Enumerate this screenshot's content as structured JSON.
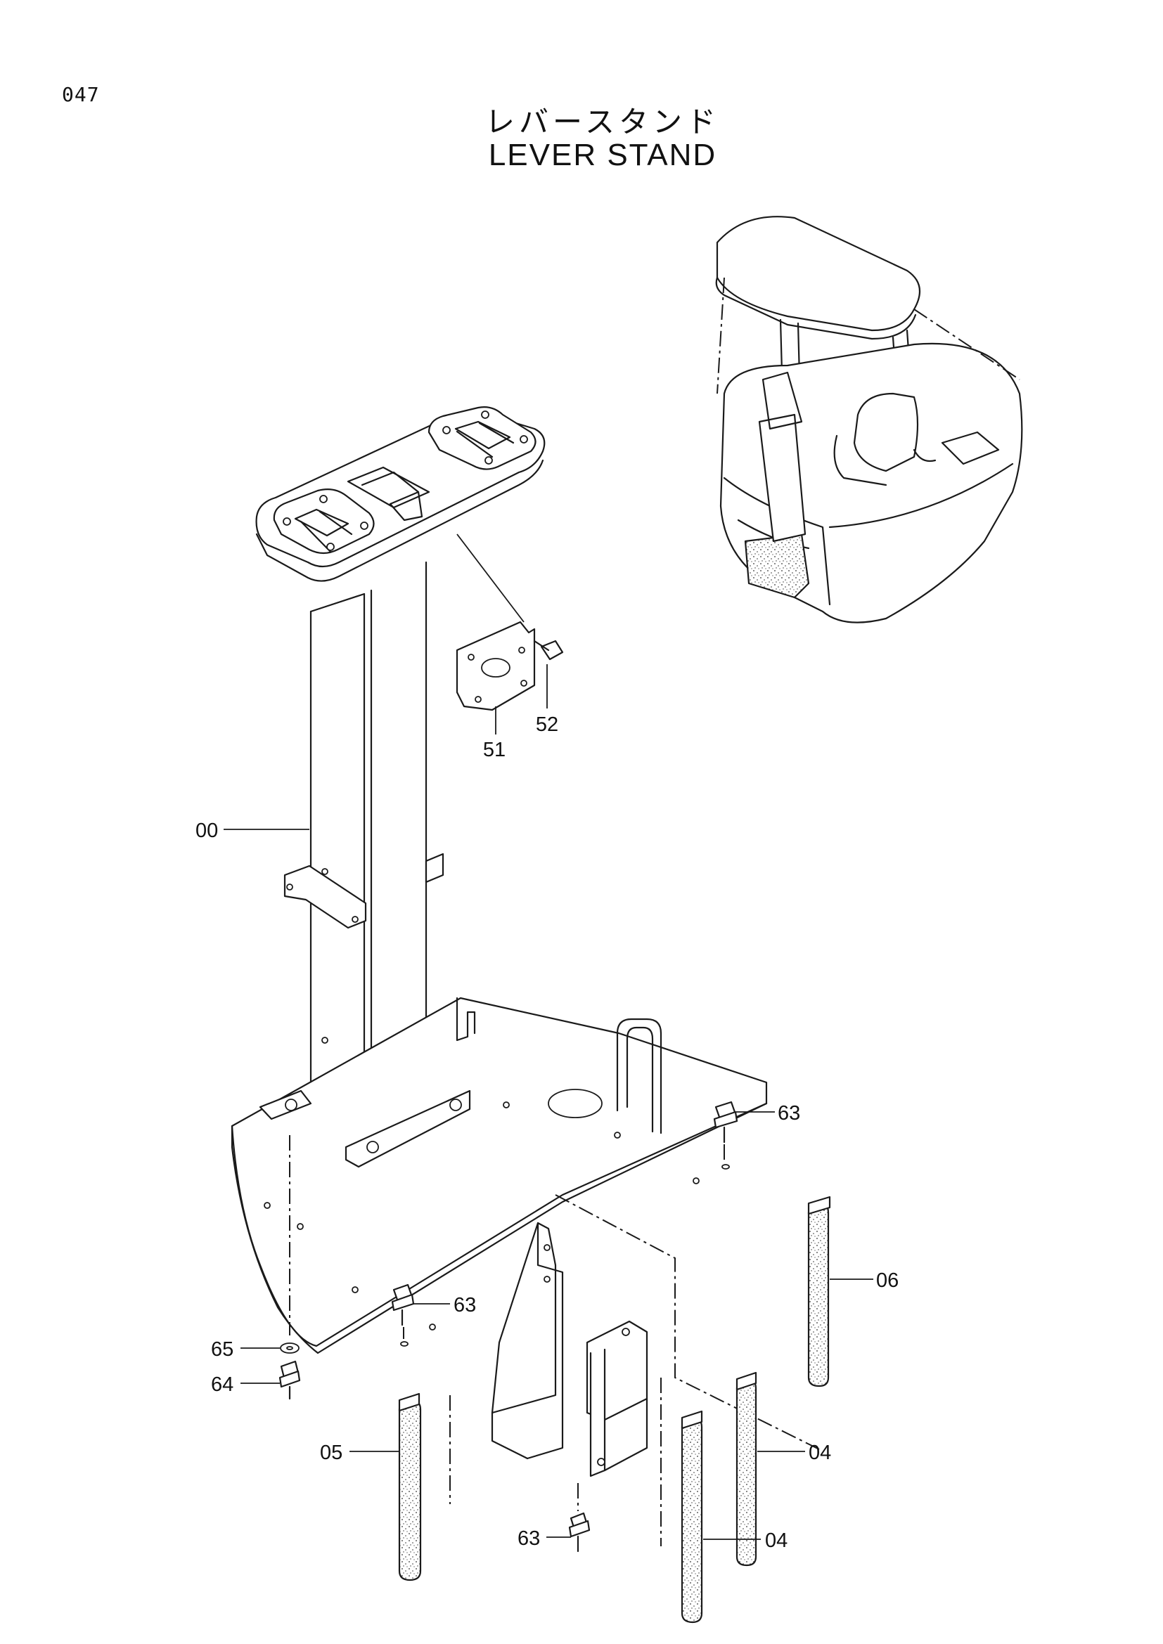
{
  "page": {
    "number": "047"
  },
  "title": {
    "japanese": "レバースタンド",
    "english": "LEVER STAND"
  },
  "callouts": [
    {
      "id": "51",
      "label": "51"
    },
    {
      "id": "52",
      "label": "52"
    },
    {
      "id": "00",
      "label": "00"
    },
    {
      "id": "63a",
      "label": "63"
    },
    {
      "id": "06",
      "label": "06"
    },
    {
      "id": "63b",
      "label": "63"
    },
    {
      "id": "65",
      "label": "65"
    },
    {
      "id": "64",
      "label": "64"
    },
    {
      "id": "05",
      "label": "05"
    },
    {
      "id": "04a",
      "label": "04"
    },
    {
      "id": "63c",
      "label": "63"
    },
    {
      "id": "04b",
      "label": "04"
    }
  ],
  "inset": {
    "icon": "excavator-cab-location-icon"
  }
}
